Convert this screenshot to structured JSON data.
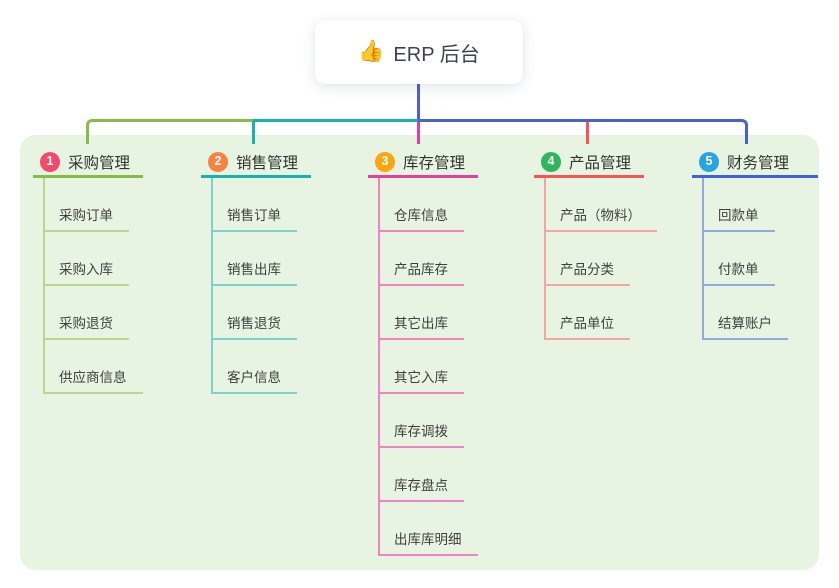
{
  "root": {
    "emoji": "👍",
    "label": "ERP 后台"
  },
  "colors": {
    "panel": "#e6f4e1",
    "root_line": "#4f60ce",
    "right_line": "#4a61cc",
    "root_text": "#3b4252",
    "title_text": "#333333",
    "child_text": "#3f3f3f"
  },
  "branches": [
    {
      "num": "1",
      "title": "采购管理",
      "colors": {
        "badge": "#f5496b",
        "line": "#86bd46",
        "light": "#b5d88b"
      },
      "children": [
        "采购订单",
        "采购入库",
        "采购退货",
        "供应商信息"
      ]
    },
    {
      "num": "2",
      "title": "销售管理",
      "colors": {
        "badge": "#f8823f",
        "line": "#16b3ad",
        "light": "#7fd0ca"
      },
      "children": [
        "销售订单",
        "销售出库",
        "销售退货",
        "客户信息"
      ]
    },
    {
      "num": "3",
      "title": "库存管理",
      "colors": {
        "badge": "#fba60f",
        "line": "#e0419d",
        "light": "#f083c1"
      },
      "children": [
        "仓库信息",
        "产品库存",
        "其它出库",
        "其它入库",
        "库存调拨",
        "库存盘点",
        "出库库明细"
      ]
    },
    {
      "num": "4",
      "title": "产品管理",
      "colors": {
        "badge": "#2db75a",
        "line": "#f75455",
        "light": "#f8a3a4"
      },
      "children": [
        "产品（物料）",
        "产品分类",
        "产品单位"
      ]
    },
    {
      "num": "5",
      "title": "财务管理",
      "colors": {
        "badge": "#28a4e2",
        "line": "#3e62d8",
        "light": "#94a9de"
      },
      "children": [
        "回款单",
        "付款单",
        "结算账户"
      ]
    }
  ]
}
